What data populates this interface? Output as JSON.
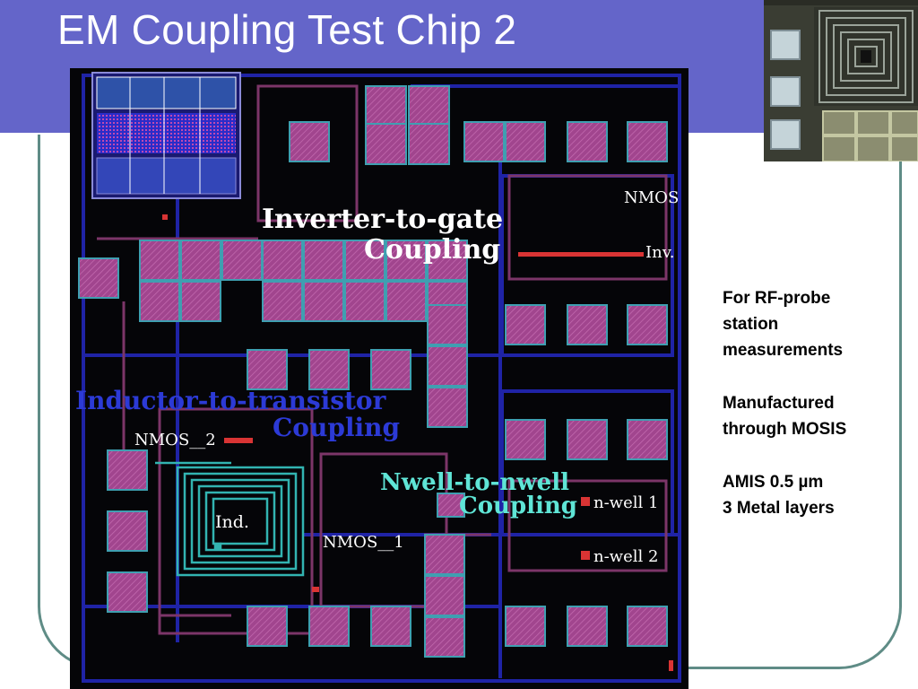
{
  "slide": {
    "title": "EM Coupling Test Chip 2"
  },
  "layout": {
    "labels": {
      "inverter_to_gate_line1": "Inverter-to-gate",
      "inverter_to_gate_line2": "Coupling",
      "nmos_top": "NMOS",
      "inv": "Inv.",
      "inductor_to_transistor_line1": "Inductor-to-transistor",
      "inductor_to_transistor_line2": "Coupling",
      "nmos_2": "NMOS__2",
      "ind": "Ind.",
      "nmos_1": "NMOS__1",
      "nwell_to_nwell_line1": "Nwell-to-nwell",
      "nwell_to_nwell_line2": "Coupling",
      "nwell_1": "n-well 1",
      "nwell_2": "n-well 2"
    },
    "colors": {
      "background": "#050508",
      "pad_fill": "#a1458e",
      "pad_border": "#3f9fb1",
      "metal_route": "#7c3568",
      "blue_route": "#1f23a6",
      "inductor": "#32b4b1",
      "red_line": "#d93434",
      "blue_label": "#2c3ad6",
      "teal_label": "#5fe5d6"
    }
  },
  "notes": [
    {
      "lines": [
        "For RF-probe",
        "station",
        "measurements"
      ]
    },
    {
      "lines": [
        "Manufactured",
        "through MOSIS"
      ]
    },
    {
      "lines": [
        "AMIS 0.5 µm",
        "3 Metal layers"
      ]
    }
  ]
}
